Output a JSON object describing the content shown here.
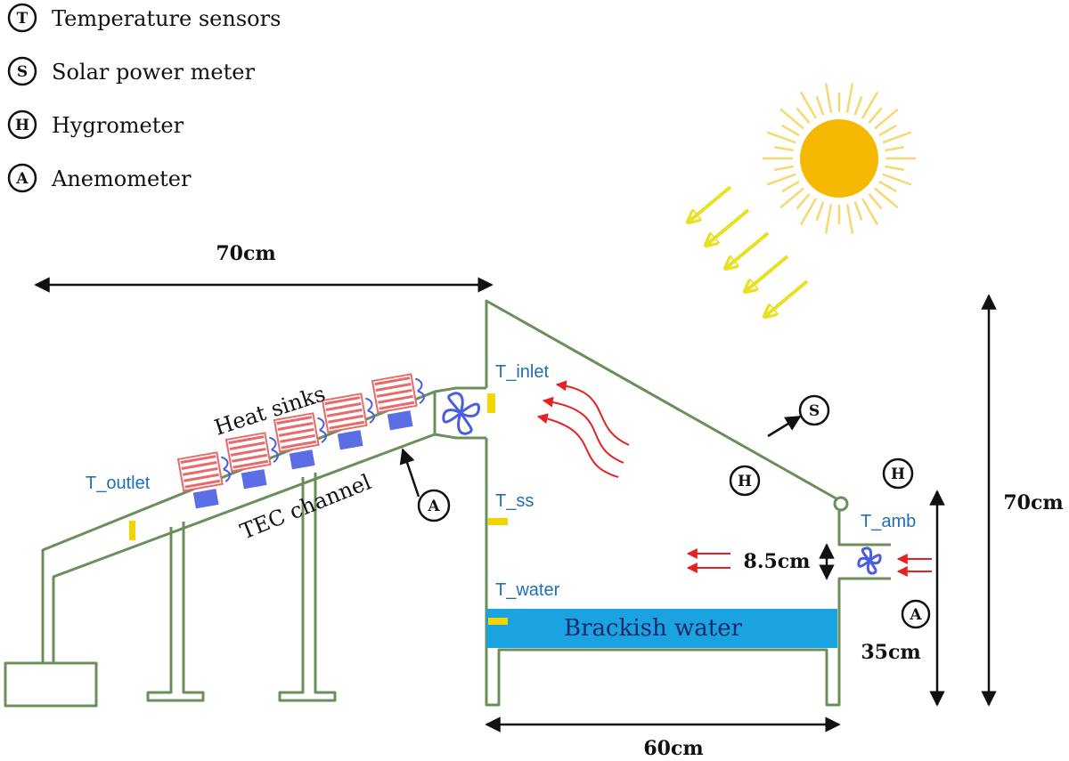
{
  "legend": {
    "items": [
      {
        "symbol": "T",
        "label": "Temperature sensors"
      },
      {
        "symbol": "S",
        "label": "Solar power meter"
      },
      {
        "symbol": "H",
        "label": "Hygrometer"
      },
      {
        "symbol": "A",
        "label": "Anemometer"
      }
    ]
  },
  "dimensions": {
    "top_width": "70cm",
    "height": "70cm",
    "bottom_width": "60cm",
    "inlet_height": "35cm",
    "fan_opening": "8.5cm"
  },
  "labels": {
    "heat_sinks": "Heat sinks",
    "tec_channel": "TEC channel",
    "brackish_water": "Brackish water"
  },
  "sensors": {
    "t_inlet": "T_inlet",
    "t_outlet": "T_outlet",
    "t_ss": "T_ss",
    "t_water": "T_water",
    "t_amb": "T_amb"
  },
  "instrument_badges": {
    "solar_meter": "S",
    "hygrometer_inside": "H",
    "hygrometer_outside": "H",
    "anemometer_channel": "A",
    "anemometer_inlet": "A"
  },
  "colors": {
    "structure": "#6b8f5b",
    "water": "#1aa3e0",
    "heat_sink": "#e86a6a",
    "tec_module": "#5b6ee6",
    "sensor_marker": "#f2d500",
    "airflow_arrow": "#e82020",
    "sun": "#f5b800",
    "sun_rays": "#f7d870",
    "solar_arrows": "#e8e020",
    "sensor_text": "#1f6fb5"
  }
}
